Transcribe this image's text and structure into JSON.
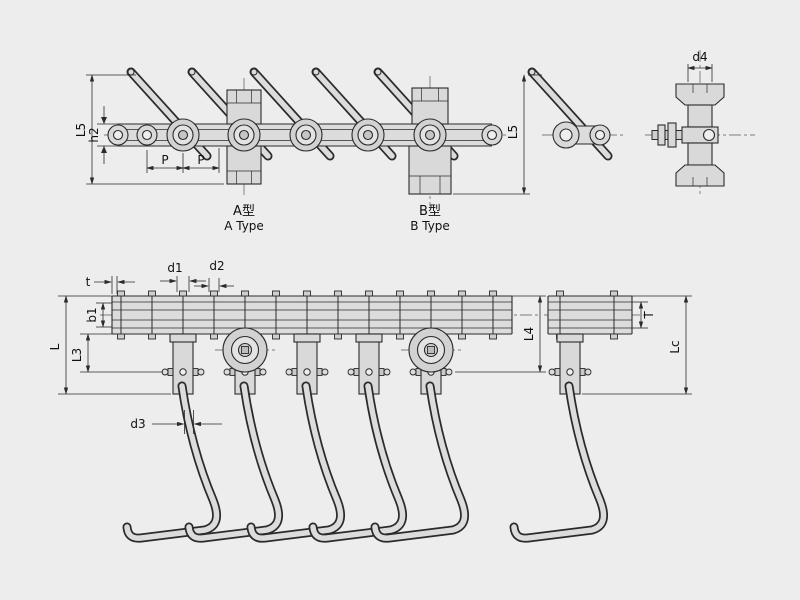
{
  "page": {
    "background": "#ededed",
    "colors": {
      "line": "#2b2b2b",
      "part_fill": "#d9d9d9",
      "rod_fill": "#dcdcdc"
    }
  },
  "top": {
    "l5_left": "L5",
    "h2": "h2",
    "p1": "P",
    "p2": "P",
    "l5_right": "L5",
    "d4": "d4",
    "type_a": {
      "cn": "A型",
      "en": "A Type"
    },
    "type_b": {
      "cn": "B型",
      "en": "B Type"
    }
  },
  "bottom": {
    "t": "t",
    "d1": "d1",
    "d2": "d2",
    "b1": "b1",
    "l": "L",
    "l3": "L3",
    "d3": "d3",
    "l4": "L4",
    "t_cap": "T",
    "lc": "Lc"
  }
}
